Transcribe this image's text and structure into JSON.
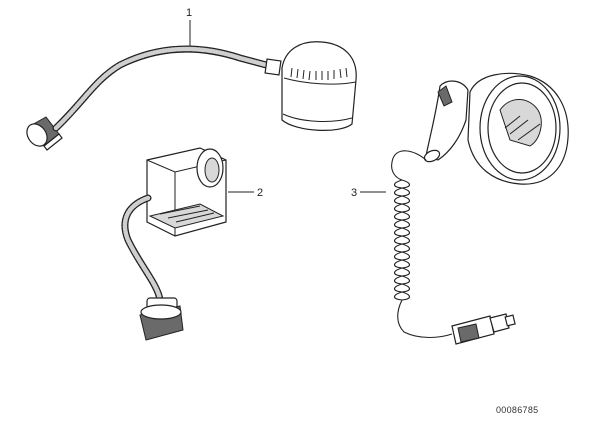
{
  "diagram": {
    "callouts": [
      {
        "id": "1",
        "label": "1"
      },
      {
        "id": "2",
        "label": "2"
      },
      {
        "id": "3",
        "label": "3"
      }
    ],
    "image_code": "00086785"
  }
}
